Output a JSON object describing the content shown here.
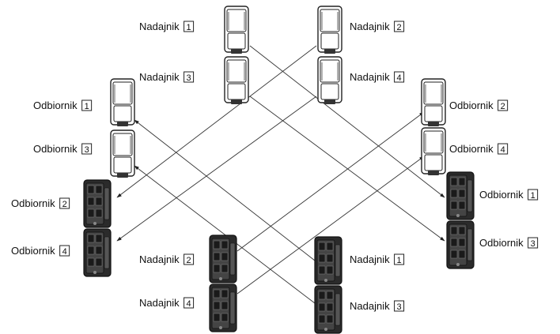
{
  "diagram": {
    "word_transmitter": "Nadajnik",
    "word_receiver": "Odbiornik",
    "labels": [
      {
        "id": "t1",
        "word": "Nadajnik",
        "num": "1"
      },
      {
        "id": "t2",
        "word": "Nadajnik",
        "num": "2"
      },
      {
        "id": "t3",
        "word": "Nadajnik",
        "num": "3"
      },
      {
        "id": "t4",
        "word": "Nadajnik",
        "num": "4"
      },
      {
        "id": "rl1",
        "word": "Odbiornik",
        "num": "1"
      },
      {
        "id": "rl3",
        "word": "Odbiornik",
        "num": "3"
      },
      {
        "id": "rl2",
        "word": "Odbiornik",
        "num": "2"
      },
      {
        "id": "rl4",
        "word": "Odbiornik",
        "num": "4"
      },
      {
        "id": "rr2",
        "word": "Odbiornik",
        "num": "2"
      },
      {
        "id": "rr4",
        "word": "Odbiornik",
        "num": "4"
      },
      {
        "id": "rr1",
        "word": "Odbiornik",
        "num": "1"
      },
      {
        "id": "rr3",
        "word": "Odbiornik",
        "num": "3"
      },
      {
        "id": "b2",
        "word": "Nadajnik",
        "num": "2"
      },
      {
        "id": "b4",
        "word": "Nadajnik",
        "num": "4"
      },
      {
        "id": "b1",
        "word": "Nadajnik",
        "num": "1"
      },
      {
        "id": "b3",
        "word": "Nadajnik",
        "num": "3"
      }
    ]
  }
}
